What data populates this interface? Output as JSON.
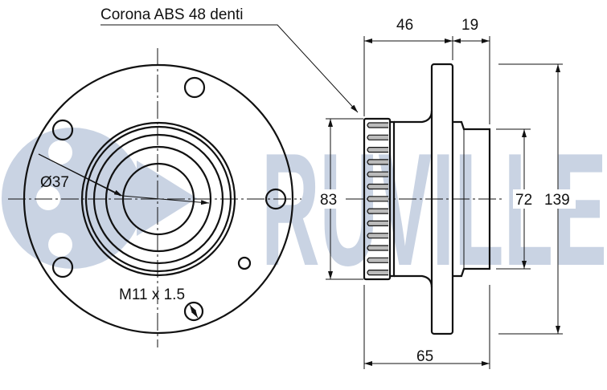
{
  "watermark": {
    "brand": "RUVILLE",
    "color": "#c9d3e3"
  },
  "labels": {
    "abs_ring": "Corona ABS 48 denti",
    "bore_diameter": "Ø37",
    "thread": "M11 x 1.5"
  },
  "dimensions": {
    "hub_length": "46",
    "pilot_length": "19",
    "total_length": "65",
    "abs_diameter": "83",
    "pilot_diameter": "72",
    "flange_diameter": "139"
  },
  "colors": {
    "line": "#111111",
    "watermark": "#c9d3e3"
  }
}
